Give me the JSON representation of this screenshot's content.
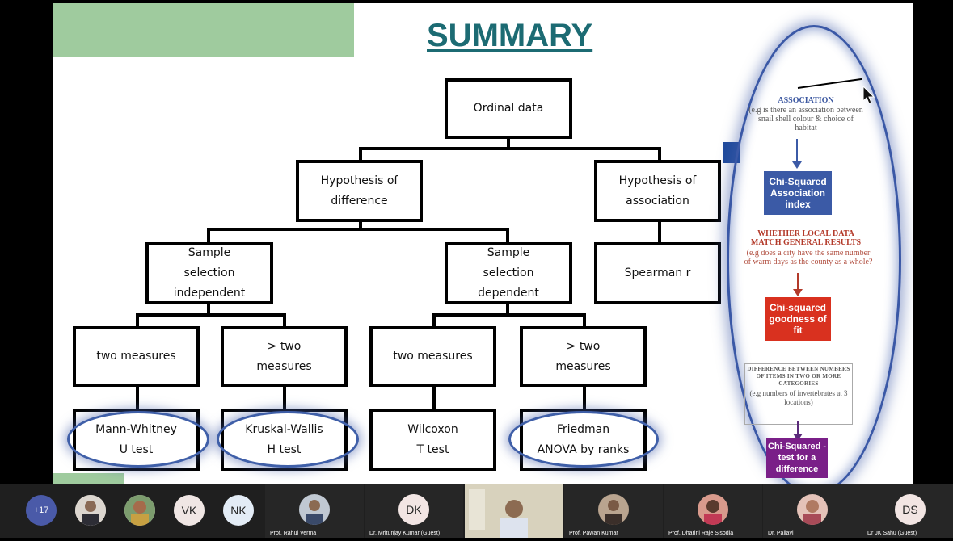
{
  "slide": {
    "title": "SUMMARY",
    "tree": {
      "root": "Ordinal data",
      "hyp_diff": "Hypothesis of\ndifference",
      "hyp_assoc": "Hypothesis of\nassociation",
      "sample_indep": "Sample\nselection\nindependent",
      "sample_dep": "Sample\nselection\ndependent",
      "spearman": "Spearman r",
      "two_measures_1": "two measures",
      "gt_two_1": "> two\nmeasures",
      "two_measures_2": "two measures",
      "gt_two_2": "> two\nmeasures",
      "mann": "Mann-Whitney\nU test",
      "kruskal": "Kruskal-Wallis\nH test",
      "wilcoxon": "Wilcoxon\nT test",
      "friedman": "Friedman\nANOVA by ranks"
    },
    "side": {
      "assoc_heading": "ASSOCIATION",
      "assoc_desc": "(e.g is there an association between snail shell colour & choice of habitat",
      "chi_assoc": "Chi-Squared Association index",
      "local_heading": "WHETHER LOCAL DATA MATCH GENERAL RESULTS",
      "local_desc": "(e.g does a city have the same number of warm days as the county as a whole?",
      "chi_gof": "Chi-squared goodness of fit",
      "diff_heading": "DIFFERENCE BETWEEN NUMBERS OF ITEMS IN TWO OR MORE CATEGORIES",
      "diff_desc": "(e.g numbers of invertebrates at 3 locations)",
      "chi_diff": "Chi-Squared - test for a difference"
    }
  },
  "colors": {
    "title": "#1c6b73",
    "blue_box": "#3b5aa6",
    "red_box": "#d9311f",
    "purple_box": "#7a1f88",
    "green_band": "#9fcb9e"
  },
  "toolbar": {
    "more_count": "+17",
    "participants": [
      {
        "initials": "VK"
      },
      {
        "initials": "NK"
      },
      {
        "name": "Prof. Rahul Verma"
      },
      {
        "name": "Dr. Mritunjay Kumar (Guest)",
        "initials": "DK"
      },
      {
        "name": ""
      },
      {
        "name": "Prof. Pawan Kumar"
      },
      {
        "name": "Prof. Dharini Raje Sisodia"
      },
      {
        "name": "Dr. Pallavi"
      },
      {
        "name": "Dr JK Sahu (Guest)",
        "initials": "DS"
      }
    ]
  }
}
